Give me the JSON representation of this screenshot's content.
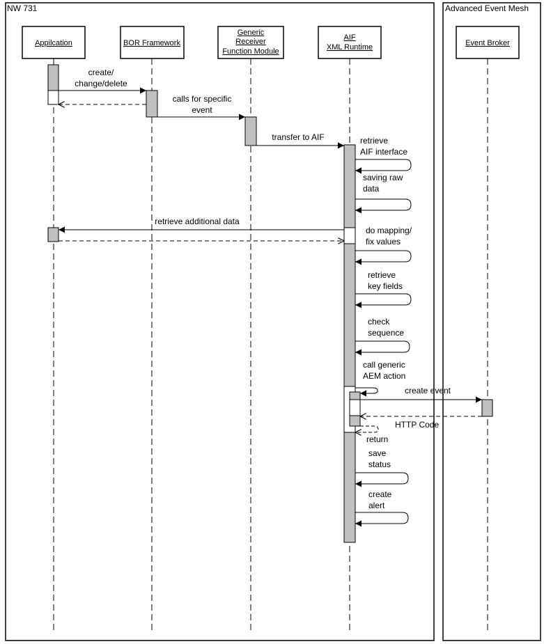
{
  "frames": {
    "left": {
      "title": "NW 731"
    },
    "right": {
      "title": "Advanced Event Mesh"
    }
  },
  "actors": {
    "application": {
      "label": [
        "Appilcation"
      ]
    },
    "bor": {
      "label": [
        "BOR Framework"
      ]
    },
    "generic": {
      "label": [
        "Generic",
        "Receiver",
        "Function Module"
      ]
    },
    "aif": {
      "label": [
        "AIF",
        "XML Runtime"
      ]
    },
    "broker": {
      "label": [
        "Event Broker"
      ]
    }
  },
  "messages": {
    "create_change_delete": [
      "create/",
      "change/delete"
    ],
    "calls_for_specific_event": [
      "calls for  specific",
      "event"
    ],
    "transfer_to_aif": [
      "transfer to AIF"
    ],
    "retrieve_aif_interface": [
      "retrieve",
      "AIF interface"
    ],
    "saving_raw_data": [
      "saving raw",
      "data"
    ],
    "retrieve_additional_data": [
      "retrieve additional data"
    ],
    "do_mapping": [
      "do mapping/",
      "fix values"
    ],
    "retrieve_key_fields": [
      "retrieve",
      "key fields"
    ],
    "check_sequence": [
      "check",
      "sequence"
    ],
    "call_generic_aem_action": [
      "call generic",
      "AEM action"
    ],
    "create_event": [
      "create event"
    ],
    "http_code": [
      "HTTP Code"
    ],
    "return": [
      "return"
    ],
    "save_status": [
      "save",
      "status"
    ],
    "create_alert": [
      "create",
      "alert"
    ]
  },
  "colors": {
    "line": "#000000",
    "activation": "#c0c0c0",
    "background": "#ffffff"
  }
}
